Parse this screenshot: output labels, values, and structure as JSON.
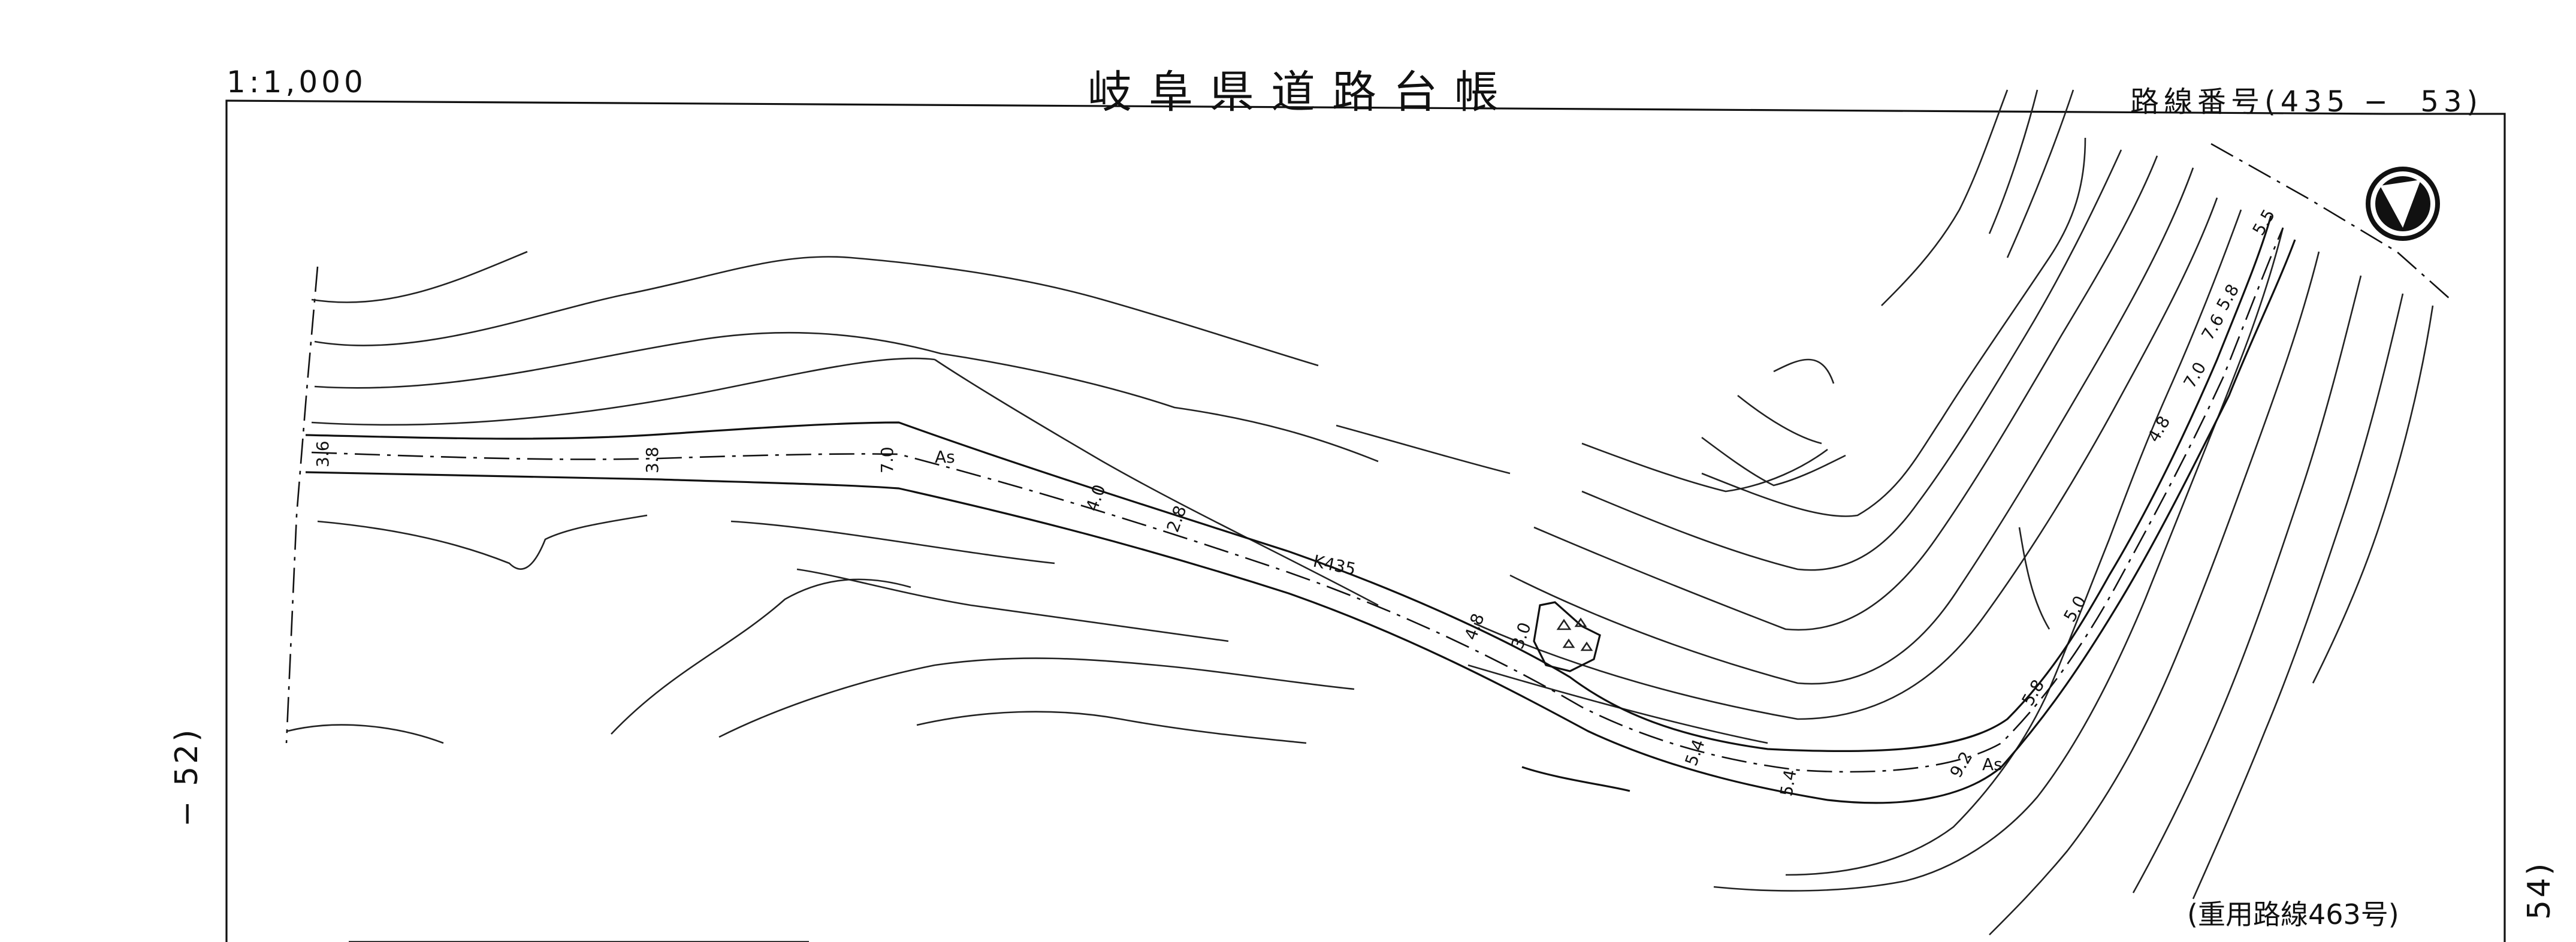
{
  "header": {
    "scale": "1:1,000",
    "title": "岐阜県道路台帳",
    "route_number": "路線番号(435 −  53)"
  },
  "adjacent_sheets": {
    "left": "− 52)",
    "right": "54)"
  },
  "footnote": "(重用路線463号)",
  "map_labels": {
    "route_code": "K435",
    "surface_1": "As",
    "surface_2": "As",
    "widths": [
      "3.6",
      "3.8",
      "7.0",
      "4.0",
      "2.8",
      "4.8",
      "3.0",
      "5.4",
      "5.4",
      "9.2",
      "5.8",
      "5.0",
      "4.8",
      "7.0",
      "7.6",
      "5.8",
      "5.5"
    ]
  },
  "icons": {
    "north_arrow": "north-arrow-icon",
    "boulder_patch": "boulder-icon"
  }
}
